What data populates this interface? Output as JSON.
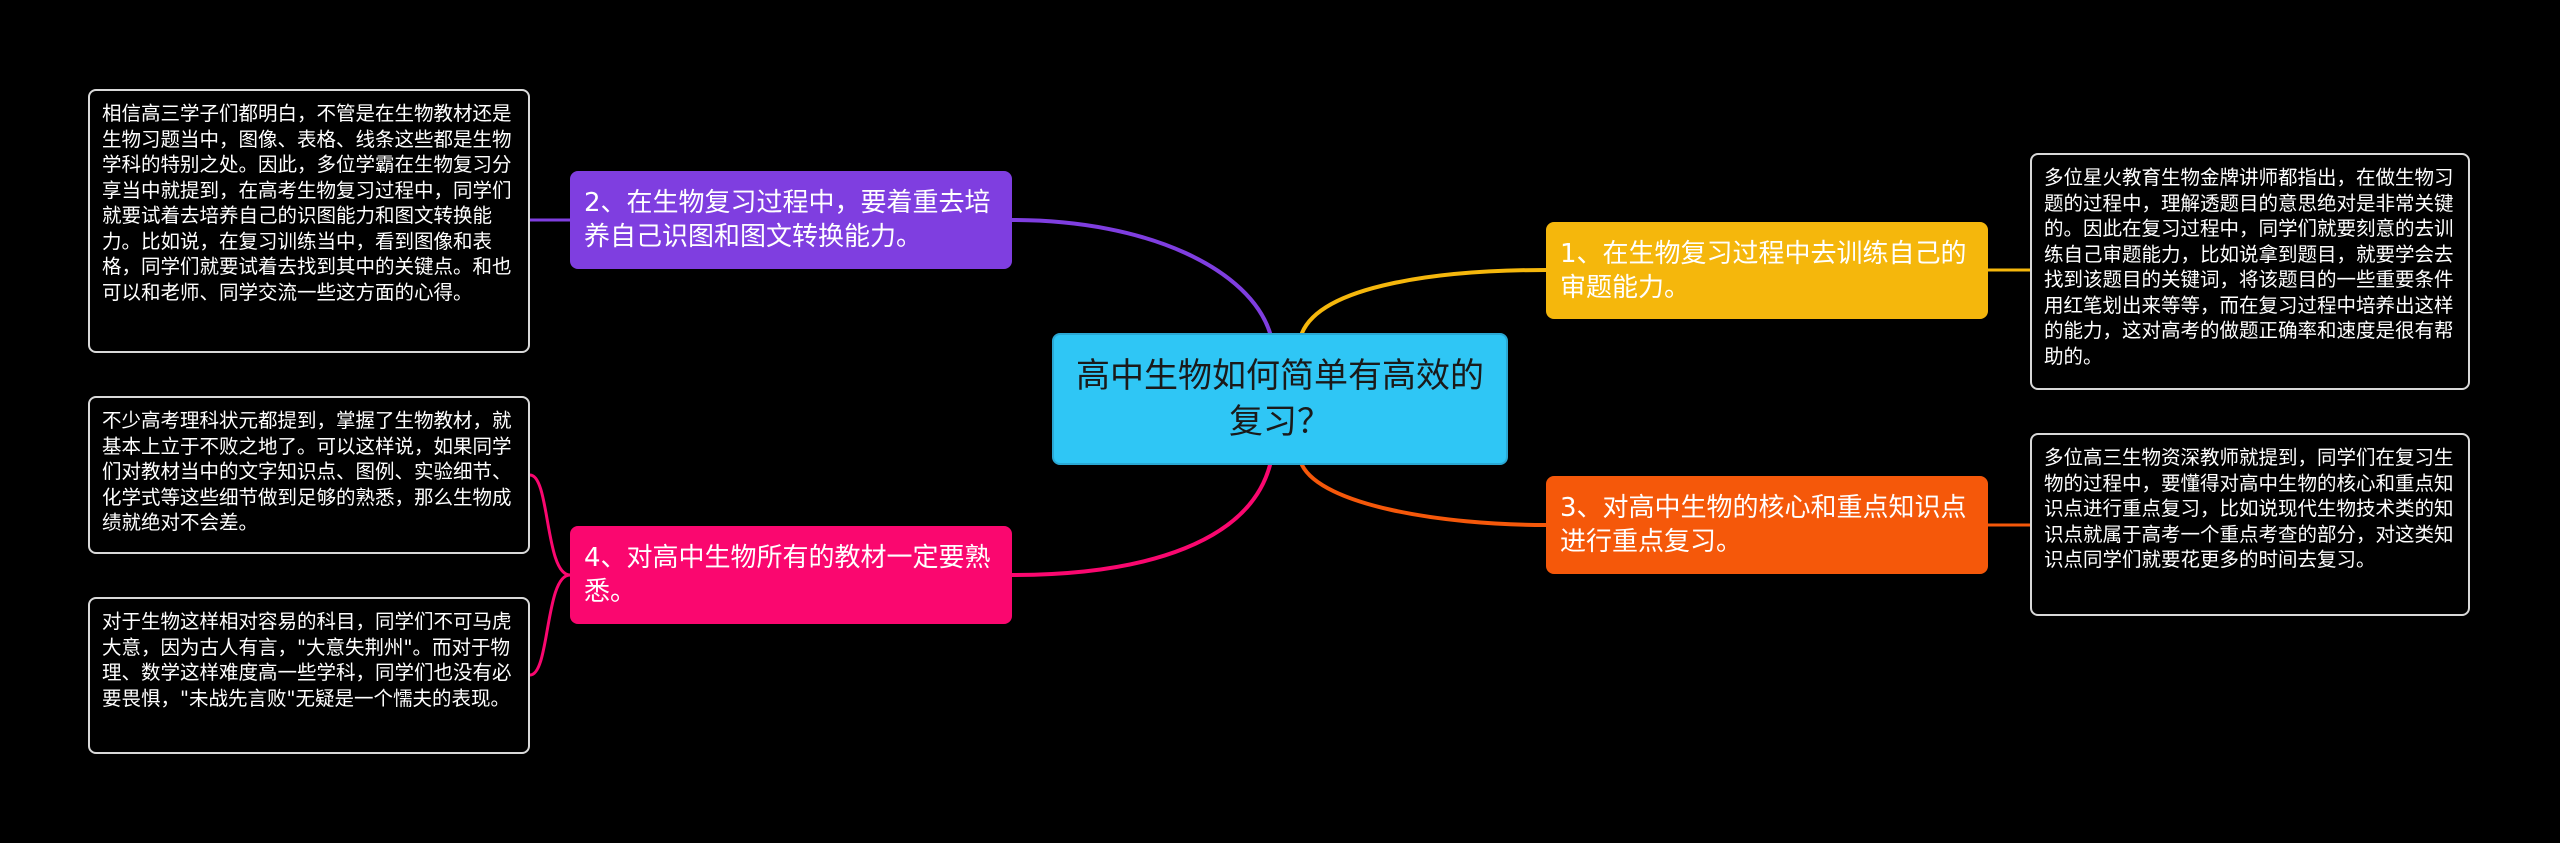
{
  "colors": {
    "background": "#000000",
    "center": "#2fc6f5",
    "branch_1": "#f5b70c",
    "branch_2": "#7f3ee0",
    "branch_3": "#f5580a",
    "branch_4": "#fa076f",
    "leaf_border": "#d9d9d9"
  },
  "center": {
    "title": "高中生物如何简单有高效的复习？"
  },
  "branches": [
    {
      "label": "1、在生物复习过程中去训练自己的审题能力。",
      "notes": [
        "多位星火教育生物金牌讲师都指出，在做生物习题的过程中，理解透题目的意思绝对是非常关键的。因此在复习过程中，同学们就要刻意的去训练自己审题能力，比如说拿到题目，就要学会去找到该题目的关键词，将该题目的一些重要条件用红笔划出来等等，而在复习过程中培养出这样的能力，这对高考的做题正确率和速度是很有帮助的。"
      ]
    },
    {
      "label": "2、在生物复习过程中，要着重去培养自己识图和图文转换能力。",
      "notes": [
        "相信高三学子们都明白，不管是在生物教材还是生物习题当中，图像、表格、线条这些都是生物学科的特别之处。因此，多位学霸在生物复习分享当中就提到，在高考生物复习过程中，同学们就要试着去培养自己的识图能力和图文转换能力。比如说，在复习训练当中，看到图像和表格，同学们就要试着去找到其中的关键点。和也可以和老师、同学交流一些这方面的心得。"
      ]
    },
    {
      "label": "3、对高中生物的核心和重点知识点进行重点复习。",
      "notes": [
        "多位高三生物资深教师就提到，同学们在复习生物的过程中，要懂得对高中生物的核心和重点知识点进行重点复习，比如说现代生物技术类的知识点就属于高考一个重点考查的部分，对这类知识点同学们就要花更多的时间去复习。"
      ]
    },
    {
      "label": "4、对高中生物所有的教材一定要熟悉。",
      "notes": [
        "不少高考理科状元都提到，掌握了生物教材，就基本上立于不败之地了。可以这样说，如果同学们对教材当中的文字知识点、图例、实验细节、化学式等这些细节做到足够的熟悉，那么生物成绩就绝对不会差。",
        "对于生物这样相对容易的科目，同学们不可马虎大意，因为古人有言，\"大意失荆州\"。而对于物理、数学这样难度高一些学科，同学们也没有必要畏惧，\"未战先言败\"无疑是一个懦夫的表现。"
      ]
    }
  ]
}
